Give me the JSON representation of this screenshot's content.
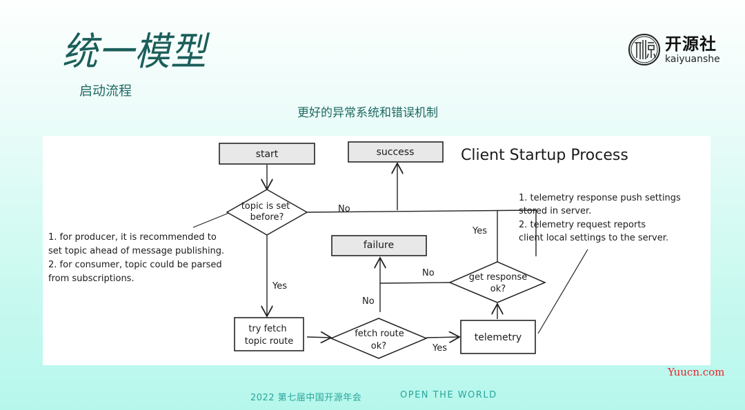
{
  "header": {
    "title": "统一模型",
    "subtitle": "启动流程",
    "caption": "更好的异常系统和错误机制"
  },
  "logo": {
    "icon": "kaiyuanshe-seal-icon",
    "name_cn": "开源社",
    "name_en": "kaiyuanshe"
  },
  "diagram": {
    "title": "Client Startup Process",
    "nodes": {
      "start": "start",
      "success": "success",
      "failure": "failure",
      "topic_decision": [
        "topic is set",
        "before?"
      ],
      "try_fetch": [
        "try fetch",
        "topic route"
      ],
      "fetch_decision": [
        "fetch route",
        "ok?"
      ],
      "telemetry": "telemetry",
      "response_decision": [
        "get response",
        "ok?"
      ]
    },
    "edge_labels": {
      "topic_no": "No",
      "topic_yes": "Yes",
      "fetch_no": "No",
      "fetch_yes": "Yes",
      "response_no": "No",
      "response_yes": "Yes"
    },
    "notes": {
      "left": [
        "1. for producer, it is recommended to",
        "set topic ahead of message publishing.",
        "2. for consumer, topic could be parsed",
        "from subscriptions."
      ],
      "right": [
        "1. telemetry response push settings",
        "stored in server.",
        "2. telemetry request reports",
        "client local settings to the server."
      ]
    }
  },
  "footer": {
    "event": "2022 第七届中国开源年会",
    "slogan": "OPEN THE WORLD"
  },
  "watermark": "Yuucn.com"
}
